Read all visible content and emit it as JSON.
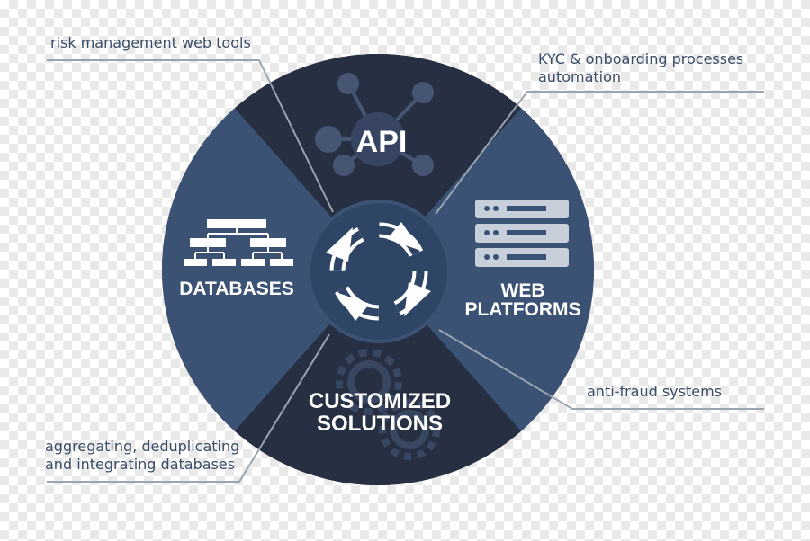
{
  "segments": {
    "api": "API",
    "web_line1": "WEB",
    "web_line2": "PLATFORMS",
    "custom_line1": "CUSTOMIZED",
    "custom_line2": "SOLUTIONS",
    "databases": "DATABASES"
  },
  "callouts": {
    "top_left": "risk management web tools",
    "top_right_line1": "KYC & onboarding processes",
    "top_right_line2": "automation",
    "bottom_right": "anti-fraud systems",
    "bottom_left_line1": "aggregating, deduplicating",
    "bottom_left_line2": "and integrating databases"
  },
  "colors": {
    "dark_segment": "#273043",
    "light_segment": "#3c5274",
    "hub": "#2f4566",
    "leader_line": "#9aa4b0",
    "callout_text": "#3a4d66"
  },
  "icons": [
    "network-icon",
    "server-rack-icon",
    "gears-icon",
    "hierarchy-icon",
    "refresh-cycle-icon"
  ]
}
